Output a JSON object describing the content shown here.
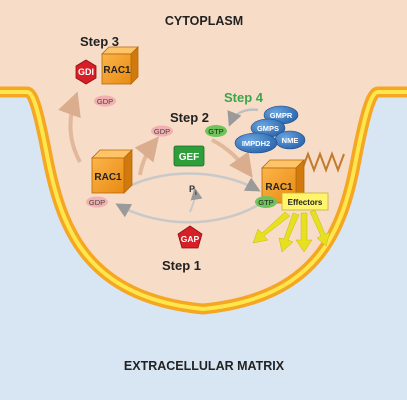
{
  "regions": {
    "cytoplasm": "CYTOPLASM",
    "extracellular": "EXTRACELLULAR MATRIX"
  },
  "steps": {
    "step1": "Step 1",
    "step2": "Step 2",
    "step3": "Step 3",
    "step4": "Step 4"
  },
  "molecules": {
    "rac1_gdi": "RAC1",
    "rac1_inactive": "RAC1",
    "rac1_active": "RAC1",
    "gdi": "GDI",
    "gdp_step3": "GDP",
    "gdp_inactive": "GDP",
    "gdp_released": "GDP",
    "gtp_incoming": "GTP",
    "gtp_bound": "GTP",
    "gef": "GEF",
    "gap": "GAP",
    "pi": "Pi",
    "pi_sub": "i",
    "gmpr": "GMPR",
    "gmps": "GMPS",
    "impdh2": "IMPDH2",
    "nme": "NME",
    "effectors": "Effectors"
  },
  "colors": {
    "cytoplasm": "#f7dcc8",
    "extracellular": "#d8e6f3",
    "membrane_outer": "#f5a623",
    "membrane_inner": "#fde74c",
    "rac1": "#f59a1e",
    "gdi": "#d61f26",
    "gap": "#d61f26",
    "gef": "#2e9e3a",
    "gdp": "#f2b0b0",
    "gtp": "#6ec45a",
    "enzyme": "#3f7fc4",
    "step4": "#3aa64a",
    "arrow": "#e2b89a",
    "effector_arrow": "#e6e020"
  }
}
